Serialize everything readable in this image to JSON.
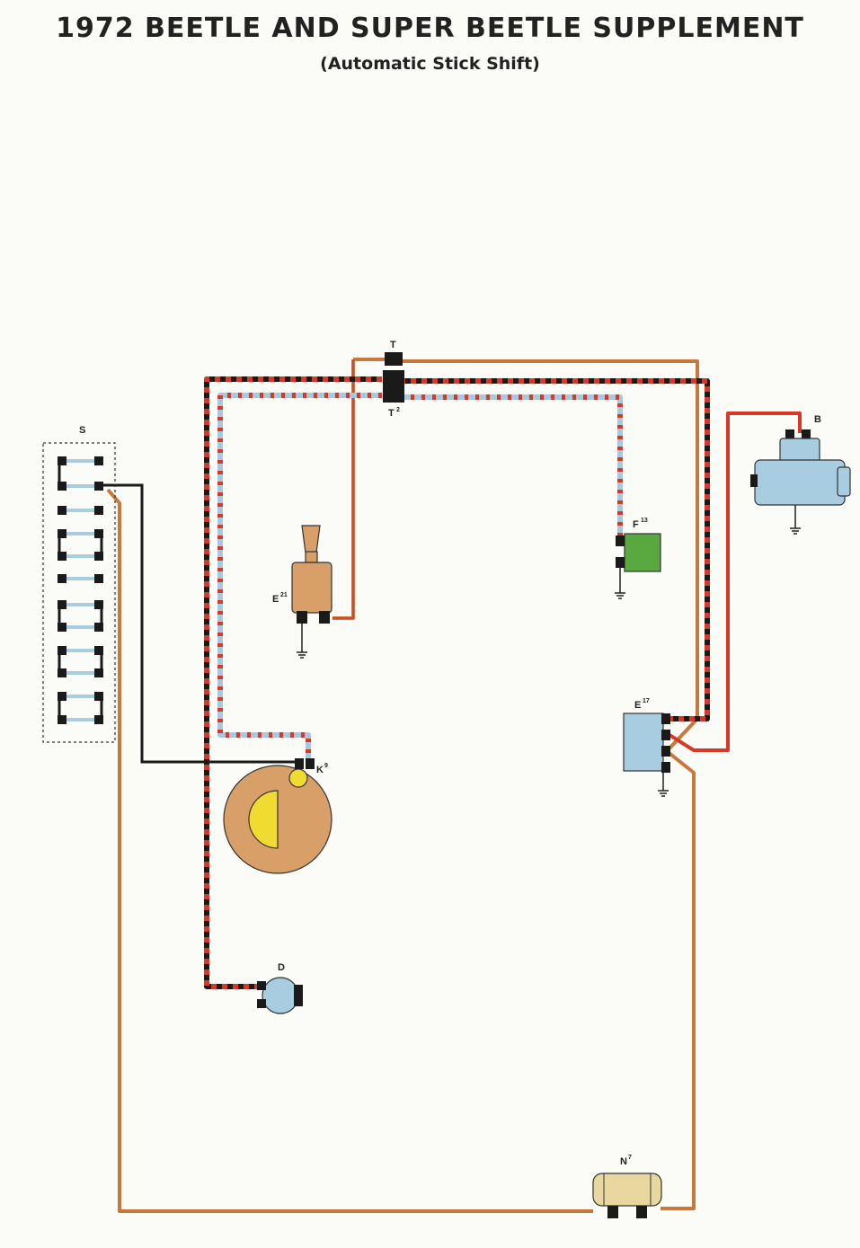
{
  "title": "1972 BEETLE AND SUPER BEETLE SUPPLEMENT",
  "subtitle": "(Automatic Stick Shift)",
  "components": {
    "S": {
      "label": "S",
      "sup": ""
    },
    "T": {
      "label": "T",
      "sup": ""
    },
    "T2": {
      "label": "T",
      "sup": "2"
    },
    "B": {
      "label": "B",
      "sup": ""
    },
    "F13": {
      "label": "F",
      "sup": "13"
    },
    "E21": {
      "label": "E",
      "sup": "21"
    },
    "E17": {
      "label": "E",
      "sup": "17"
    },
    "K9": {
      "label": "K",
      "sup": "9"
    },
    "D": {
      "label": "D",
      "sup": ""
    },
    "N7": {
      "label": "N",
      "sup": "7"
    }
  },
  "colors": {
    "wire_brown": "#c8783c",
    "wire_red": "#d83828",
    "wire_black": "#1a1a1a",
    "wire_blue": "#a8c8e0",
    "comp_blue": "#a8cce0",
    "comp_green": "#5aa840",
    "comp_tan": "#d8a068",
    "comp_yellow": "#f0dc30",
    "comp_cream": "#e8d8a0"
  }
}
